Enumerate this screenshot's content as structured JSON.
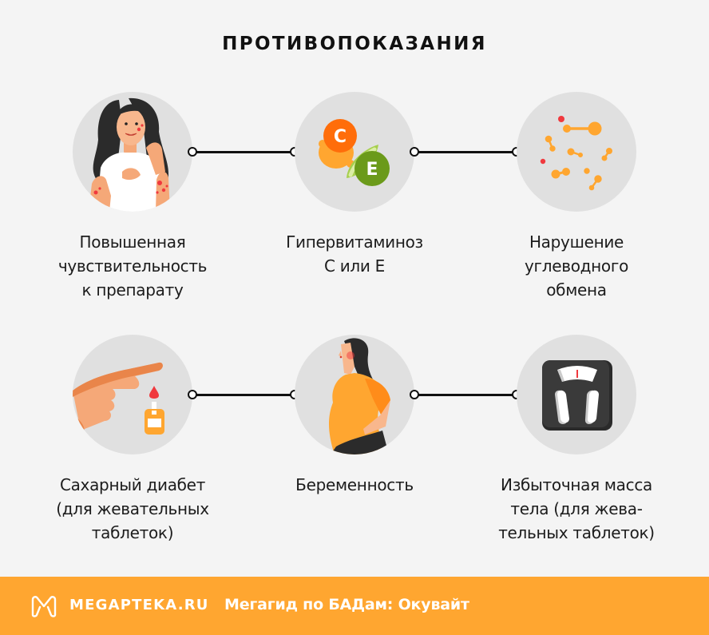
{
  "title": "ПРОТИВОПОКАЗАНИЯ",
  "items": [
    {
      "id": "hypersensitivity",
      "icon": "allergy-rash-woman-icon",
      "lines": [
        "Повышенная",
        "чувствительность",
        "к препарату"
      ]
    },
    {
      "id": "hypervitaminosis",
      "icon": "vitamin-c-e-icon",
      "lines": [
        "Гипервитаминоз",
        "С или Е"
      ],
      "badges": {
        "c": "C",
        "e": "E"
      }
    },
    {
      "id": "carb-metabolism",
      "icon": "molecules-icon",
      "lines": [
        "Нарушение",
        "углеводного",
        "обмена"
      ]
    },
    {
      "id": "diabetes",
      "icon": "glucometer-finger-icon",
      "lines": [
        "Сахарный диабет",
        "(для жевательных",
        "таблеток)"
      ]
    },
    {
      "id": "pregnancy",
      "icon": "pregnant-woman-icon",
      "lines": [
        "Беременность"
      ]
    },
    {
      "id": "overweight",
      "icon": "bathroom-scale-icon",
      "lines": [
        "Избыточная масса",
        "тела (для жева-",
        "тельных таблеток)"
      ]
    }
  ],
  "footer": {
    "brand": "MEGAPTEKA.RU",
    "tagline": "Мегагид по БАДам: Окувайт",
    "logo_icon": "megapteka-logo-icon"
  },
  "colors": {
    "background": "#f4f4f4",
    "circle": "#e0e0e0",
    "accent": "#ffa630",
    "connector": "#111111",
    "vitamin_c": "#ff6d0a",
    "vitamin_e": "#6b9a1a",
    "rash": "#f0393e"
  }
}
